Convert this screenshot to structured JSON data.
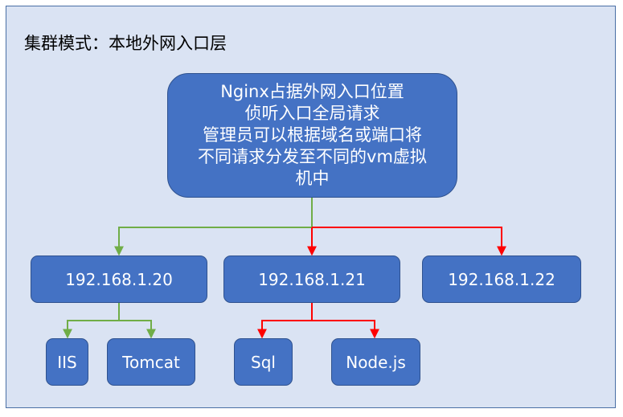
{
  "title": "集群模式：本地外网入口层",
  "main_node": {
    "lines": [
      "Nginx占据外网入口位置",
      "侦听入口全局请求",
      "管理员可以根据域名或端口将",
      "不同请求分发至不同的vm虚拟",
      "机中"
    ]
  },
  "servers": [
    {
      "label": "192.168.1.20"
    },
    {
      "label": "192.168.1.21"
    },
    {
      "label": "192.168.1.22"
    }
  ],
  "services": [
    {
      "label": "IIS"
    },
    {
      "label": "Tomcat"
    },
    {
      "label": "Sql"
    },
    {
      "label": "Node.js"
    }
  ],
  "colors": {
    "node_fill": "#4472c4",
    "background": "#dae3f3",
    "green_connector": "#70ad47",
    "red_connector": "#ff0000"
  }
}
